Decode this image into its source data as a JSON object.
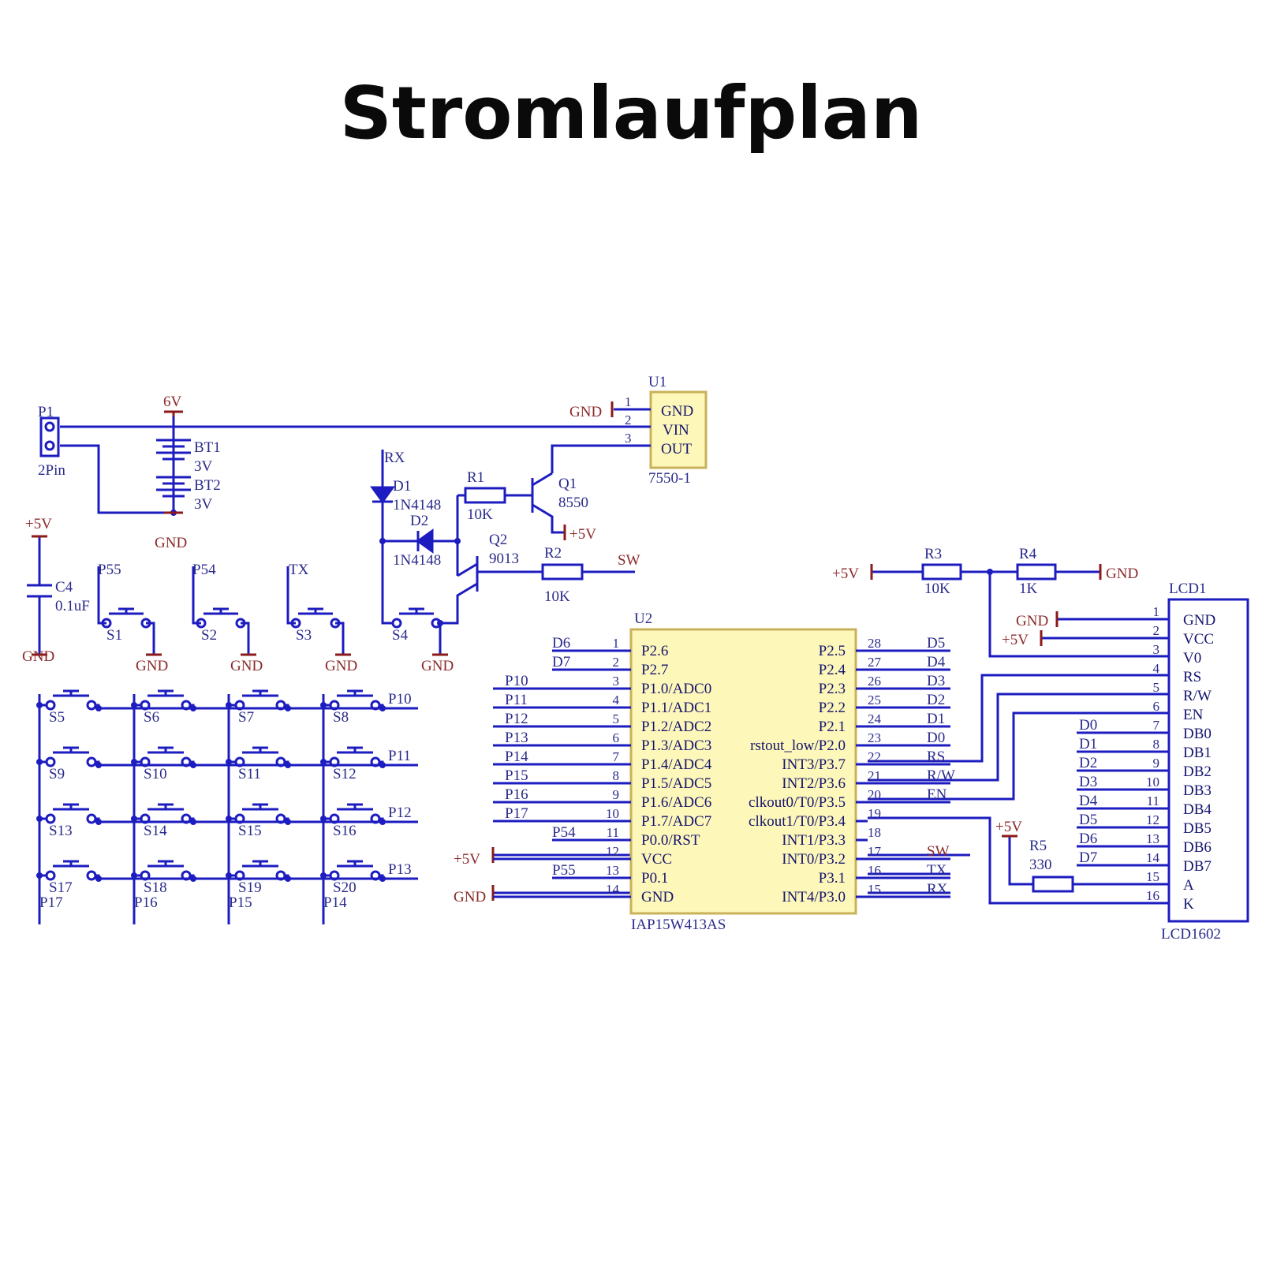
{
  "title": "Stromlaufplan",
  "colors": {
    "wire": "#1c1cc0",
    "power": "#8b1a1a",
    "chip_fill": "#fdf7b9",
    "chip_stroke": "#c9b25a",
    "text": "#2a2a8c"
  },
  "labels": {
    "p1": "P1",
    "p1_value": "2Pin",
    "v6": "6V",
    "bt1": "BT1",
    "bt1_value": "3V",
    "bt2": "BT2",
    "bt2_value": "3V",
    "gnd": "GND",
    "v5": "+5V",
    "u1": "U1",
    "u1_value": "7550-1",
    "u1_pins": [
      "GND",
      "VIN",
      "OUT"
    ],
    "u1_nums": [
      "1",
      "2",
      "3"
    ],
    "rx": "RX",
    "tx": "TX",
    "sw": "SW",
    "d1": "D1",
    "d1_value": "1N4148",
    "d2": "D2",
    "d2_value": "1N4148",
    "r1": "R1",
    "r1_value": "10K",
    "r2": "R2",
    "r2_value": "10K",
    "r3": "R3",
    "r3_value": "10K",
    "r4": "R4",
    "r4_value": "1K",
    "r5": "R5",
    "r5_value": "330",
    "q1": "Q1",
    "q1_value": "8550",
    "q2": "Q2",
    "q2_value": "9013",
    "c4": "C4",
    "c4_value": "0.1uF",
    "p55": "P55",
    "p54": "P54",
    "s1": "S1",
    "s2": "S2",
    "s3": "S3",
    "s4": "S4",
    "u2": "U2",
    "u2_value": "IAP15W413AS",
    "lcd1": "LCD1",
    "lcd1_value": "LCD1602"
  },
  "matrix": {
    "rows": [
      "P10",
      "P11",
      "P12",
      "P13"
    ],
    "cols": [
      "P17",
      "P16",
      "P15",
      "P14"
    ],
    "switches": [
      [
        "S5",
        "S6",
        "S7",
        "S8"
      ],
      [
        "S9",
        "S10",
        "S11",
        "S12"
      ],
      [
        "S13",
        "S14",
        "S15",
        "S16"
      ],
      [
        "S17",
        "S18",
        "S19",
        "S20"
      ]
    ]
  },
  "u2_left": [
    {
      "num": "1",
      "pin": "P2.6",
      "net": "D6"
    },
    {
      "num": "2",
      "pin": "P2.7",
      "net": "D7"
    },
    {
      "num": "3",
      "pin": "P1.0/ADC0",
      "net": "P10"
    },
    {
      "num": "4",
      "pin": "P1.1/ADC1",
      "net": "P11"
    },
    {
      "num": "5",
      "pin": "P1.2/ADC2",
      "net": "P12"
    },
    {
      "num": "6",
      "pin": "P1.3/ADC3",
      "net": "P13"
    },
    {
      "num": "7",
      "pin": "P1.4/ADC4",
      "net": "P14"
    },
    {
      "num": "8",
      "pin": "P1.5/ADC5",
      "net": "P15"
    },
    {
      "num": "9",
      "pin": "P1.6/ADC6",
      "net": "P16"
    },
    {
      "num": "10",
      "pin": "P1.7/ADC7",
      "net": "P17"
    },
    {
      "num": "11",
      "pin": "P0.0/RST",
      "net": "P54"
    },
    {
      "num": "12",
      "pin": "VCC",
      "net": "+5V"
    },
    {
      "num": "13",
      "pin": "P0.1",
      "net": "P55"
    },
    {
      "num": "14",
      "pin": "GND",
      "net": "GND"
    }
  ],
  "u2_right": [
    {
      "num": "28",
      "pin": "P2.5",
      "net": "D5"
    },
    {
      "num": "27",
      "pin": "P2.4",
      "net": "D4"
    },
    {
      "num": "26",
      "pin": "P2.3",
      "net": "D3"
    },
    {
      "num": "25",
      "pin": "P2.2",
      "net": "D2"
    },
    {
      "num": "24",
      "pin": "P2.1",
      "net": "D1"
    },
    {
      "num": "23",
      "pin": "rstout_low/P2.0",
      "net": "D0"
    },
    {
      "num": "22",
      "pin": "INT3/P3.7",
      "net": "RS"
    },
    {
      "num": "21",
      "pin": "INT2/P3.6",
      "net": "R/W"
    },
    {
      "num": "20",
      "pin": "clkout0/T0/P3.5",
      "net": "EN"
    },
    {
      "num": "19",
      "pin": "clkout1/T0/P3.4",
      "net": ""
    },
    {
      "num": "18",
      "pin": "INT1/P3.3",
      "net": ""
    },
    {
      "num": "17",
      "pin": "INT0/P3.2",
      "net": "SW"
    },
    {
      "num": "16",
      "pin": "P3.1",
      "net": "TX"
    },
    {
      "num": "15",
      "pin": "INT4/P3.0",
      "net": "RX"
    }
  ],
  "lcd_pins": [
    {
      "num": "1",
      "pin": "GND",
      "net": "GND"
    },
    {
      "num": "2",
      "pin": "VCC",
      "net": "+5V"
    },
    {
      "num": "3",
      "pin": "V0",
      "net": ""
    },
    {
      "num": "4",
      "pin": "RS",
      "net": ""
    },
    {
      "num": "5",
      "pin": "R/W",
      "net": ""
    },
    {
      "num": "6",
      "pin": "EN",
      "net": ""
    },
    {
      "num": "7",
      "pin": "DB0",
      "net": "D0"
    },
    {
      "num": "8",
      "pin": "DB1",
      "net": "D1"
    },
    {
      "num": "9",
      "pin": "DB2",
      "net": "D2"
    },
    {
      "num": "10",
      "pin": "DB3",
      "net": "D3"
    },
    {
      "num": "11",
      "pin": "DB4",
      "net": "D4"
    },
    {
      "num": "12",
      "pin": "DB5",
      "net": "D5"
    },
    {
      "num": "13",
      "pin": "DB6",
      "net": "D6"
    },
    {
      "num": "14",
      "pin": "DB7",
      "net": "D7"
    },
    {
      "num": "15",
      "pin": "A",
      "net": ""
    },
    {
      "num": "16",
      "pin": "K",
      "net": ""
    }
  ]
}
